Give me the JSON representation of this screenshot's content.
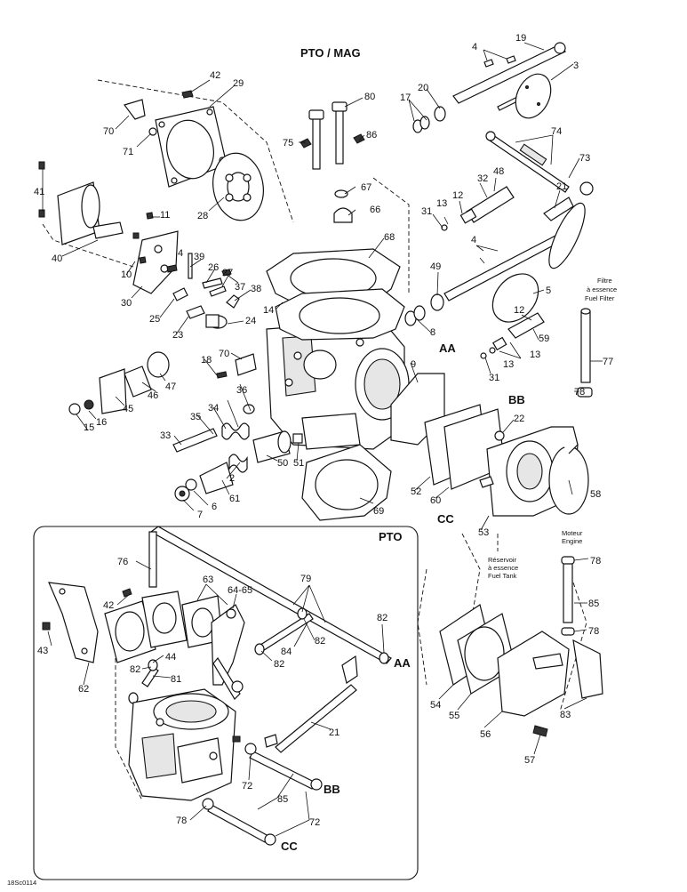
{
  "titles": {
    "main": "PTO / MAG",
    "inset": "PTO"
  },
  "footer_code": "18Sc0114",
  "refs": {
    "aa": "AA",
    "bb": "BB",
    "cc": "CC"
  },
  "notes": {
    "fuel_filter_fr1": "Filtre",
    "fuel_filter_fr2": "à essence",
    "fuel_filter_en": "Fuel Filter",
    "engine_fr": "Moteur",
    "engine_en": "Engine",
    "tank_fr1": "Réservoir",
    "tank_fr2": "à essence",
    "tank_en": "Fuel Tank"
  },
  "part_labels": [
    {
      "id": "p19",
      "text": "19"
    },
    {
      "id": "p4a",
      "text": "4"
    },
    {
      "id": "p3",
      "text": "3"
    },
    {
      "id": "p20",
      "text": "20"
    },
    {
      "id": "p17",
      "text": "17"
    },
    {
      "id": "p74",
      "text": "74"
    },
    {
      "id": "p73",
      "text": "73"
    },
    {
      "id": "p80",
      "text": "80"
    },
    {
      "id": "p75",
      "text": "75"
    },
    {
      "id": "p86",
      "text": "86"
    },
    {
      "id": "p42a",
      "text": "42"
    },
    {
      "id": "p29",
      "text": "29"
    },
    {
      "id": "p70a",
      "text": "70"
    },
    {
      "id": "p71",
      "text": "71"
    },
    {
      "id": "p41",
      "text": "41"
    },
    {
      "id": "p28",
      "text": "28"
    },
    {
      "id": "p67",
      "text": "67"
    },
    {
      "id": "p66",
      "text": "66"
    },
    {
      "id": "p48",
      "text": "48"
    },
    {
      "id": "p32",
      "text": "32"
    },
    {
      "id": "p12a",
      "text": "12"
    },
    {
      "id": "p13a",
      "text": "13"
    },
    {
      "id": "p31a",
      "text": "31"
    },
    {
      "id": "p21a",
      "text": "21"
    },
    {
      "id": "p11",
      "text": "11"
    },
    {
      "id": "p40",
      "text": "40"
    },
    {
      "id": "p68",
      "text": "68"
    },
    {
      "id": "p4b",
      "text": "4"
    },
    {
      "id": "p4c",
      "text": "4"
    },
    {
      "id": "p39",
      "text": "39"
    },
    {
      "id": "p26",
      "text": "26"
    },
    {
      "id": "p27",
      "text": "27"
    },
    {
      "id": "p37",
      "text": "37"
    },
    {
      "id": "p38",
      "text": "38"
    },
    {
      "id": "p10",
      "text": "10"
    },
    {
      "id": "p30",
      "text": "30"
    },
    {
      "id": "p49",
      "text": "49"
    },
    {
      "id": "p5",
      "text": "5"
    },
    {
      "id": "p25",
      "text": "25"
    },
    {
      "id": "p14",
      "text": "14"
    },
    {
      "id": "p23",
      "text": "23"
    },
    {
      "id": "p24",
      "text": "24"
    },
    {
      "id": "p8",
      "text": "8"
    },
    {
      "id": "p12b",
      "text": "12"
    },
    {
      "id": "p59",
      "text": "59"
    },
    {
      "id": "p18",
      "text": "18"
    },
    {
      "id": "p70b",
      "text": "70"
    },
    {
      "id": "p13b",
      "text": "13"
    },
    {
      "id": "p13c",
      "text": "13"
    },
    {
      "id": "p31b",
      "text": "31"
    },
    {
      "id": "p77",
      "text": "77"
    },
    {
      "id": "p9",
      "text": "9"
    },
    {
      "id": "p47",
      "text": "47"
    },
    {
      "id": "p46",
      "text": "46"
    },
    {
      "id": "p36",
      "text": "36"
    },
    {
      "id": "p45",
      "text": "45"
    },
    {
      "id": "p78a",
      "text": "78"
    },
    {
      "id": "p16",
      "text": "16"
    },
    {
      "id": "p15",
      "text": "15"
    },
    {
      "id": "p35",
      "text": "35"
    },
    {
      "id": "p34",
      "text": "34"
    },
    {
      "id": "p22",
      "text": "22"
    },
    {
      "id": "p33",
      "text": "33"
    },
    {
      "id": "p50",
      "text": "50"
    },
    {
      "id": "p51",
      "text": "51"
    },
    {
      "id": "p2",
      "text": "2"
    },
    {
      "id": "p52",
      "text": "52"
    },
    {
      "id": "p60",
      "text": "60"
    },
    {
      "id": "p58",
      "text": "58"
    },
    {
      "id": "p61",
      "text": "61"
    },
    {
      "id": "p6",
      "text": "6"
    },
    {
      "id": "p7",
      "text": "7"
    },
    {
      "id": "p69",
      "text": "69"
    },
    {
      "id": "p53",
      "text": "53"
    },
    {
      "id": "p76",
      "text": "76"
    },
    {
      "id": "p78b",
      "text": "78"
    },
    {
      "id": "p63",
      "text": "63"
    },
    {
      "id": "p6465",
      "text": "64-65"
    },
    {
      "id": "p79",
      "text": "79"
    },
    {
      "id": "p42b",
      "text": "42"
    },
    {
      "id": "p82a",
      "text": "82"
    },
    {
      "id": "p85a",
      "text": "85"
    },
    {
      "id": "p43",
      "text": "43"
    },
    {
      "id": "p44",
      "text": "44"
    },
    {
      "id": "p84",
      "text": "84"
    },
    {
      "id": "p82b",
      "text": "82"
    },
    {
      "id": "p82c",
      "text": "82"
    },
    {
      "id": "p78c",
      "text": "78"
    },
    {
      "id": "p62",
      "text": "62"
    },
    {
      "id": "p82d",
      "text": "82"
    },
    {
      "id": "p81",
      "text": "81"
    },
    {
      "id": "p54",
      "text": "54"
    },
    {
      "id": "p55",
      "text": "55"
    },
    {
      "id": "p56",
      "text": "56"
    },
    {
      "id": "p83",
      "text": "83"
    },
    {
      "id": "p21b",
      "text": "21"
    },
    {
      "id": "p57",
      "text": "57"
    },
    {
      "id": "p72a",
      "text": "72"
    },
    {
      "id": "p85b",
      "text": "85"
    },
    {
      "id": "p78d",
      "text": "78"
    },
    {
      "id": "p72b",
      "text": "72"
    }
  ]
}
